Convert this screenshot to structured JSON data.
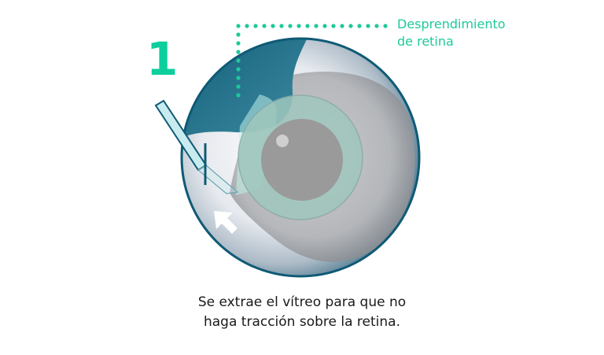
{
  "step": {
    "number": "1"
  },
  "callout": {
    "line1": "Desprendimiento",
    "line2": "de retina"
  },
  "caption": {
    "line1": "Se extrae el vítreo para que no",
    "line2": "haga tracción sobre la retina."
  },
  "colors": {
    "accent_green": "#1ec99a",
    "eye_border": "#0f5a75",
    "detached_retina": "#2f7d96",
    "iris_ring": "#9fc7bd",
    "pupil": "#9a9a9a",
    "cannula_fill": "#c8ebef"
  },
  "icons": {
    "arrow": "white-arrow-pointing-up-left"
  }
}
